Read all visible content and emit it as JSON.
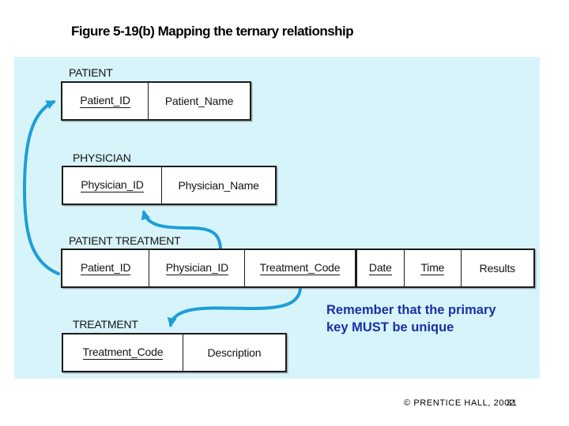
{
  "slide": {
    "title": "Figure 5-19(b) Mapping the ternary relationship",
    "note": {
      "line1": "Remember that the primary",
      "line2": "key MUST be unique"
    },
    "footer": {
      "copyright": "© PRENTICE HALL, 2002",
      "page_number": "31"
    }
  },
  "diagram": {
    "entities": [
      {
        "name": "PATIENT",
        "attributes": [
          {
            "label": "Patient_ID",
            "key": true
          },
          {
            "label": "Patient_Name",
            "key": false
          }
        ]
      },
      {
        "name": "PHYSICIAN",
        "attributes": [
          {
            "label": "Physician_ID",
            "key": true
          },
          {
            "label": "Physician_Name",
            "key": false
          }
        ]
      },
      {
        "name": "PATIENT TREATMENT",
        "attributes": [
          {
            "label": "Patient_ID",
            "key": true
          },
          {
            "label": "Physician_ID",
            "key": true
          },
          {
            "label": "Treatment_Code",
            "key": true
          },
          {
            "label": "Date",
            "key": true
          },
          {
            "label": "Time",
            "key": true
          },
          {
            "label": "Results",
            "key": false
          }
        ]
      },
      {
        "name": "TREATMENT",
        "attributes": [
          {
            "label": "Treatment_Code",
            "key": true
          },
          {
            "label": "Description",
            "key": false
          }
        ]
      }
    ],
    "arrows": [
      {
        "name": "patient-id-fk-to-patient"
      },
      {
        "name": "physician-id-fk-to-physician"
      },
      {
        "name": "treatment-code-fk-to-treatment"
      }
    ],
    "colors": {
      "panel_background": "#d7f4fb",
      "arrow": "#1e9ed8",
      "note_text": "#1a2fa6",
      "box_border": "#1b1b1b"
    }
  }
}
